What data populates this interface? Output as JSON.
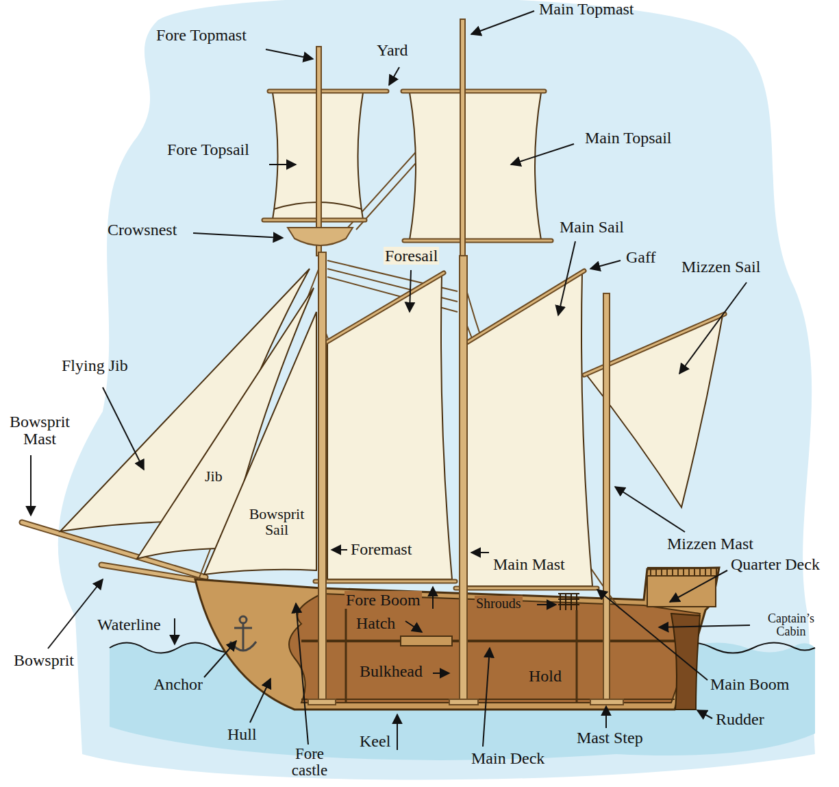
{
  "diagram": {
    "labels": [
      "Main Topmast",
      "Fore Topmast",
      "Yard",
      "Main Topsail",
      "Fore Topsail",
      "Crowsnest",
      "Main Sail",
      "Gaff",
      "Mizzen Sail",
      "Foresail",
      "Flying Jib",
      "Bowsprit Mast",
      "Jib",
      "Bowsprit Sail",
      "Foremast",
      "Main Mast",
      "Mizzen Mast",
      "Quarter Deck",
      "Fore Boom",
      "Shrouds",
      "Captain’s Cabin",
      "Waterline",
      "Hatch",
      "Bowsprit",
      "Anchor",
      "Bulkhead",
      "Hold",
      "Main Boom",
      "Rudder",
      "Hull",
      "Keel",
      "Mast Step",
      "Main Deck",
      "Fore castle"
    ]
  }
}
